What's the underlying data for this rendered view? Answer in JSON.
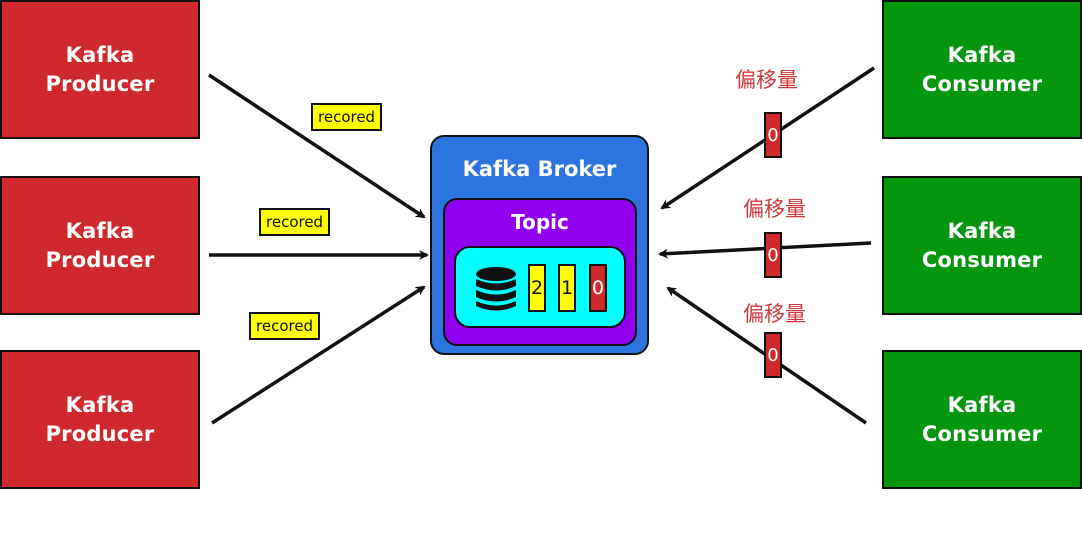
{
  "producers": [
    {
      "line1": "Kafka",
      "line2": "Producer"
    },
    {
      "line1": "Kafka",
      "line2": "Producer"
    },
    {
      "line1": "Kafka",
      "line2": "Producer"
    }
  ],
  "consumers": [
    {
      "line1": "Kafka",
      "line2": "Consumer"
    },
    {
      "line1": "Kafka",
      "line2": "Consumer"
    },
    {
      "line1": "Kafka",
      "line2": "Consumer"
    }
  ],
  "broker": {
    "title": "Kafka Broker",
    "topic": {
      "title": "Topic",
      "icon": "database-icon",
      "slots": [
        "2",
        "1",
        "0"
      ]
    }
  },
  "records": [
    "recored",
    "recored",
    "recored"
  ],
  "offsets": [
    {
      "label": "偏移量",
      "value": "0"
    },
    {
      "label": "偏移量",
      "value": "0"
    },
    {
      "label": "偏移量",
      "value": "0"
    }
  ],
  "colors": {
    "producer": "#d0292b",
    "consumer": "#03960e",
    "broker": "#2c74e0",
    "topic": "#9000f0",
    "partition": "#00ffff",
    "record": "#ffff00",
    "offset_label": "#d2393c"
  }
}
